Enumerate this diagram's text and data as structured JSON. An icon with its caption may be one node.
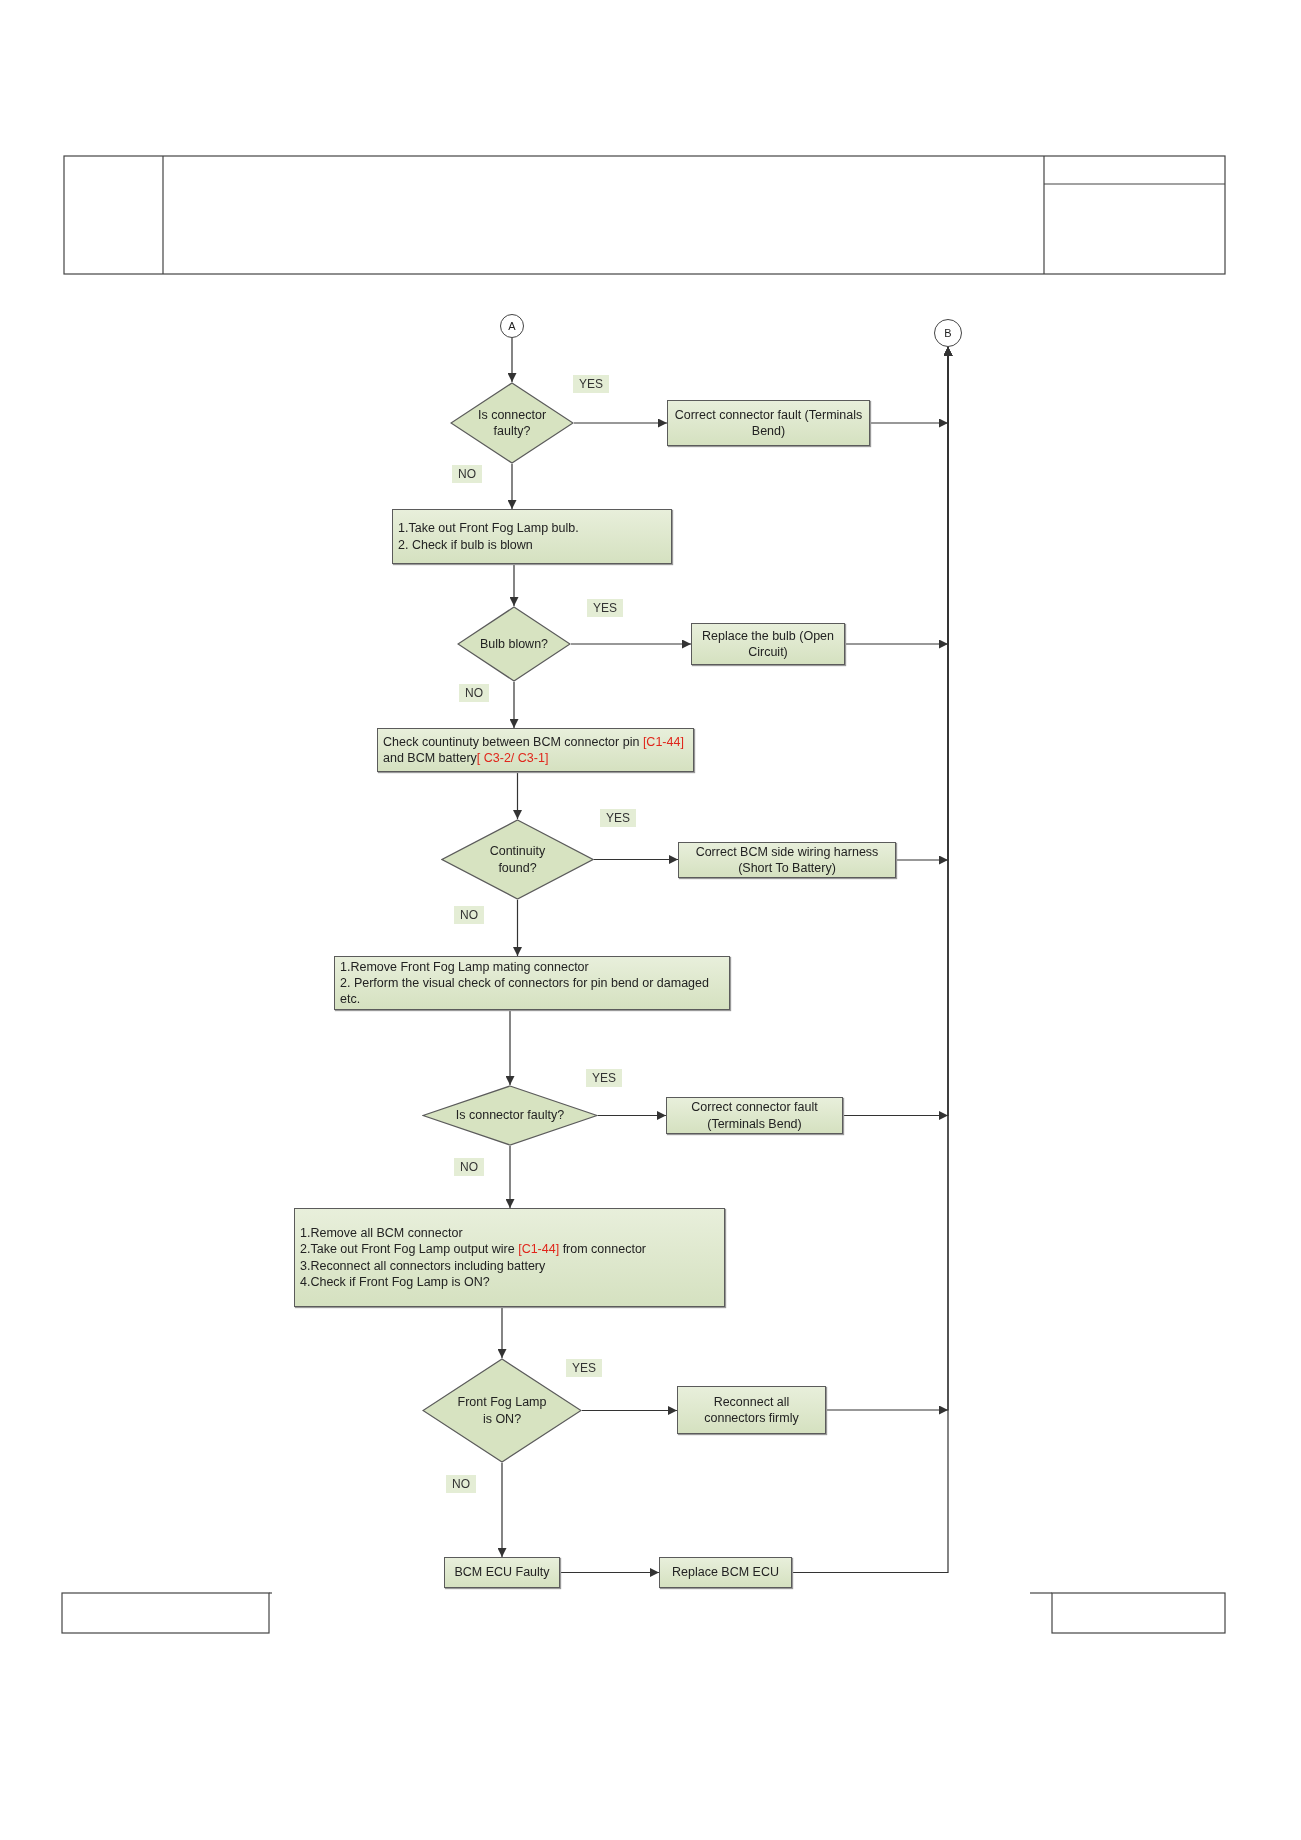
{
  "diagram": {
    "nodes": [
      {
        "text": [
          "A"
        ]
      },
      {
        "text": [
          "B"
        ]
      },
      {
        "text": [
          "Is connector faulty?"
        ]
      },
      {
        "text": [
          "Correct connector fault (Terminals Bend)"
        ]
      },
      {
        "text": [
          "1.Take out Front Fog Lamp  bulb.",
          "2. Check if bulb is blown"
        ]
      },
      {
        "text": [
          "Bulb blown?"
        ]
      },
      {
        "text": [
          "Replace the bulb (Open Circuit)"
        ]
      },
      {
        "text": [
          "Check countinuty between BCM connector pin [C1-44] and BCM battery[ C3-2/ C3-1]"
        ]
      },
      {
        "text": [
          "Continuity found?"
        ]
      },
      {
        "text": [
          "Correct BCM side wiring harness (Short To Battery)"
        ]
      },
      {
        "text": [
          "1.Remove Front Fog Lamp  mating connector",
          "2. Perform the visual check of connectors for pin bend or damaged etc."
        ]
      },
      {
        "text": [
          "Is connector faulty?"
        ]
      },
      {
        "text": [
          "Correct connector fault (Terminals Bend)"
        ]
      },
      {
        "text": [
          "1.Remove all BCM connector",
          "2.Take out Front Fog Lamp  output wire  [C1-44] from connector",
          "3.Reconnect all connectors including battery",
          "4.Check if Front Fog Lamp   is ON?"
        ]
      },
      {
        "text": [
          "Front Fog Lamp is ON?"
        ]
      },
      {
        "text": [
          "Reconnect all connectors firmly"
        ]
      },
      {
        "text": [
          "BCM ECU Faulty"
        ]
      },
      {
        "text": [
          "Replace BCM  ECU"
        ]
      }
    ],
    "edges": [
      {
        "from": 0,
        "to": 2,
        "arrow": "to"
      },
      {
        "from": 2,
        "to": 3,
        "arrow": "to",
        "label": "YES"
      },
      {
        "from": 2,
        "to": 4,
        "arrow": "to",
        "label": "NO"
      },
      {
        "from": 4,
        "to": 5,
        "arrow": "to"
      },
      {
        "from": 5,
        "to": 6,
        "arrow": "to",
        "label": "YES"
      },
      {
        "from": 5,
        "to": 7,
        "arrow": "to",
        "label": "NO"
      },
      {
        "from": 7,
        "to": 8,
        "arrow": "to"
      },
      {
        "from": 8,
        "to": 9,
        "arrow": "to",
        "label": "YES"
      },
      {
        "from": 8,
        "to": 10,
        "arrow": "to",
        "label": "NO"
      },
      {
        "from": 10,
        "to": 11,
        "arrow": "to"
      },
      {
        "from": 11,
        "to": 12,
        "arrow": "to",
        "label": "YES"
      },
      {
        "from": 11,
        "to": 13,
        "arrow": "to",
        "label": "NO"
      },
      {
        "from": 13,
        "to": 14,
        "arrow": "to"
      },
      {
        "from": 14,
        "to": 15,
        "arrow": "to",
        "label": "YES"
      },
      {
        "from": 14,
        "to": 16,
        "arrow": "to",
        "label": "NO"
      },
      {
        "from": 16,
        "to": 17,
        "arrow": "to"
      },
      {
        "from": 3,
        "to": 1,
        "arrow": "to"
      },
      {
        "from": 6,
        "to": 1,
        "arrow": "to"
      },
      {
        "from": 9,
        "to": 1,
        "arrow": "to"
      },
      {
        "from": 12,
        "to": 1,
        "arrow": "to"
      },
      {
        "from": 15,
        "to": 1,
        "arrow": "to"
      },
      {
        "from": 17,
        "to": 1,
        "arrow": "to"
      }
    ]
  }
}
